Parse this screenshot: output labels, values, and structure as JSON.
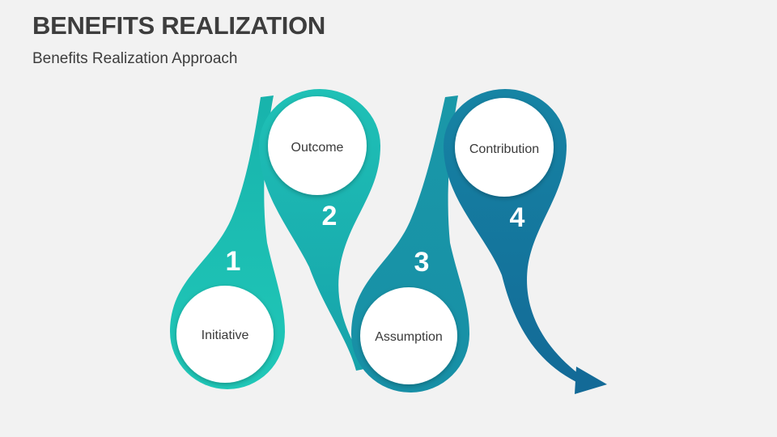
{
  "slide": {
    "title": "BENEFITS REALIZATION",
    "subtitle": "Benefits Realization Approach"
  },
  "steps": [
    {
      "number": "1",
      "label": "Initiative",
      "color": "#1bbfb3"
    },
    {
      "number": "2",
      "label": "Outcome",
      "color": "#17a9ad"
    },
    {
      "number": "3",
      "label": "Assumption",
      "color": "#1790a6"
    },
    {
      "number": "4",
      "label": "Contribution",
      "color": "#14709c"
    }
  ],
  "colors": {
    "background": "#f2f2f2",
    "title": "#3d3d3d",
    "circle": "#ffffff",
    "arrow": "#136a97"
  }
}
